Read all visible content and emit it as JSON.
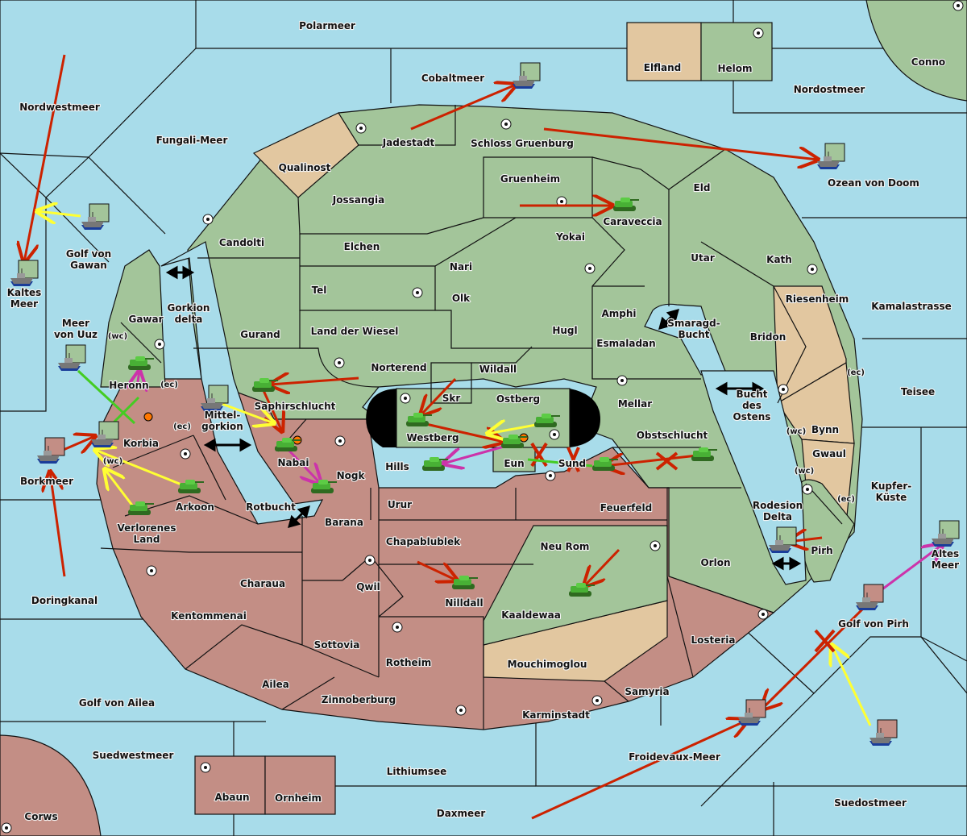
{
  "colors": {
    "sea": "#a8dcea",
    "power_green": "#a3c59a",
    "power_red": "#c38e85",
    "neutral_tan": "#e2c7a0",
    "move_order": "#cc2200",
    "support_order": "#ffff33",
    "convoy_or_retreat": "#cc33aa",
    "hold_support": "#44cc22"
  },
  "sea_regions": [
    {
      "name": "Polarmeer"
    },
    {
      "name": "Cobaltmeer"
    },
    {
      "name": "Nordostmeer"
    },
    {
      "name": "Nordwestmeer"
    },
    {
      "name": "Fungali-Meer"
    },
    {
      "name": "Golf von Gawan"
    },
    {
      "name": "Kaltes Meer"
    },
    {
      "name": "Meer von Uuz"
    },
    {
      "name": "Gorkion delta"
    },
    {
      "name": "Mittel-gorkion"
    },
    {
      "name": "Borkmeer"
    },
    {
      "name": "Doringkanal"
    },
    {
      "name": "Golf von Ailea"
    },
    {
      "name": "Suedwestmeer"
    },
    {
      "name": "Lithiumsee"
    },
    {
      "name": "Daxmeer"
    },
    {
      "name": "Froidevaux-Meer"
    },
    {
      "name": "Suedostmeer"
    },
    {
      "name": "Golf von Pirh"
    },
    {
      "name": "Altes Meer"
    },
    {
      "name": "Kupfer-Küste"
    },
    {
      "name": "Teisee"
    },
    {
      "name": "Kamalastrasse"
    },
    {
      "name": "Ozean von Doom"
    },
    {
      "name": "Bucht des Ostens"
    },
    {
      "name": "Smaragd-Bucht"
    },
    {
      "name": "Rotbucht"
    },
    {
      "name": "Rodesion Delta"
    }
  ],
  "land_regions": [
    {
      "name": "Elfland",
      "owner": "neutral"
    },
    {
      "name": "Helom",
      "owner": "green"
    },
    {
      "name": "Conno",
      "owner": "green"
    },
    {
      "name": "Qualinost",
      "owner": "neutral"
    },
    {
      "name": "Jadestadt",
      "owner": "green"
    },
    {
      "name": "Schloss Gruenburg",
      "owner": "green"
    },
    {
      "name": "Gruenheim",
      "owner": "green"
    },
    {
      "name": "Caraveccia",
      "owner": "green"
    },
    {
      "name": "Eld",
      "owner": "green"
    },
    {
      "name": "Jossangia",
      "owner": "green"
    },
    {
      "name": "Elchen",
      "owner": "green"
    },
    {
      "name": "Candolti",
      "owner": "green"
    },
    {
      "name": "Nari",
      "owner": "green"
    },
    {
      "name": "Yokai",
      "owner": "green"
    },
    {
      "name": "Utar",
      "owner": "green"
    },
    {
      "name": "Kath",
      "owner": "green"
    },
    {
      "name": "Tel",
      "owner": "green"
    },
    {
      "name": "Olk",
      "owner": "green"
    },
    {
      "name": "Amphi",
      "owner": "green"
    },
    {
      "name": "Riesenheim",
      "owner": "neutral"
    },
    {
      "name": "Gawar",
      "owner": "green"
    },
    {
      "name": "Gurand",
      "owner": "green"
    },
    {
      "name": "Land der Wiesel",
      "owner": "green"
    },
    {
      "name": "Hugl",
      "owner": "green"
    },
    {
      "name": "Esmaladan",
      "owner": "green"
    },
    {
      "name": "Bridon",
      "owner": "green"
    },
    {
      "name": "Heronn",
      "owner": "green"
    },
    {
      "name": "Norterend",
      "owner": "green"
    },
    {
      "name": "Wildall",
      "owner": "green"
    },
    {
      "name": "Skr",
      "owner": "green"
    },
    {
      "name": "Ostberg",
      "owner": "green"
    },
    {
      "name": "Mellar",
      "owner": "green"
    },
    {
      "name": "Saphirschlucht",
      "owner": "green"
    },
    {
      "name": "Westberg",
      "owner": "green"
    },
    {
      "name": "Obstschlucht",
      "owner": "green"
    },
    {
      "name": "Bynn",
      "owner": "neutral"
    },
    {
      "name": "Gwaul",
      "owner": "neutral"
    },
    {
      "name": "Korbia",
      "owner": "red"
    },
    {
      "name": "Nabai",
      "owner": "red"
    },
    {
      "name": "Hills",
      "owner": "red"
    },
    {
      "name": "Eun",
      "owner": "green"
    },
    {
      "name": "Sund",
      "owner": "red"
    },
    {
      "name": "Nogk",
      "owner": "red"
    },
    {
      "name": "Arkoon",
      "owner": "red"
    },
    {
      "name": "Verlorenes Land",
      "owner": "red"
    },
    {
      "name": "Urur",
      "owner": "red"
    },
    {
      "name": "Feuerfeld",
      "owner": "red"
    },
    {
      "name": "Barana",
      "owner": "red"
    },
    {
      "name": "Chapablublek",
      "owner": "red"
    },
    {
      "name": "Neu Rom",
      "owner": "green"
    },
    {
      "name": "Pirh",
      "owner": "green"
    },
    {
      "name": "Orlon",
      "owner": "green"
    },
    {
      "name": "Charaua",
      "owner": "red"
    },
    {
      "name": "Qwil",
      "owner": "red"
    },
    {
      "name": "Nilldall",
      "owner": "red"
    },
    {
      "name": "Kaaldewaa",
      "owner": "green"
    },
    {
      "name": "Kentommenai",
      "owner": "red"
    },
    {
      "name": "Sottovia",
      "owner": "red"
    },
    {
      "name": "Rotheim",
      "owner": "red"
    },
    {
      "name": "Mouchimoglou",
      "owner": "neutral"
    },
    {
      "name": "Losteria",
      "owner": "red"
    },
    {
      "name": "Ailea",
      "owner": "red"
    },
    {
      "name": "Zinnoberburg",
      "owner": "red"
    },
    {
      "name": "Samyria",
      "owner": "red"
    },
    {
      "name": "Karminstadt",
      "owner": "red"
    },
    {
      "name": "Abaun",
      "owner": "red"
    },
    {
      "name": "Ornheim",
      "owner": "red"
    },
    {
      "name": "Corws",
      "owner": "red"
    }
  ],
  "coast_labels": [
    "(wc)",
    "(ec)",
    "(ec)",
    "(wc)",
    "(ec)",
    "(wc)",
    "(wc)",
    "(ec)"
  ],
  "units": [
    {
      "type": "fleet",
      "power": "green",
      "location": "Cobaltmeer"
    },
    {
      "type": "fleet",
      "power": "green",
      "location": "Ozean von Doom"
    },
    {
      "type": "fleet",
      "power": "green",
      "location": "Golf von Gawan"
    },
    {
      "type": "fleet",
      "power": "green",
      "location": "Kaltes Meer"
    },
    {
      "type": "fleet",
      "power": "green",
      "location": "Meer von Uuz"
    },
    {
      "type": "fleet",
      "power": "green",
      "location": "Mittel-gorkion"
    },
    {
      "type": "fleet",
      "power": "red",
      "location": "Borkmeer"
    },
    {
      "type": "fleet",
      "power": "green",
      "location": "Korbia"
    },
    {
      "type": "fleet",
      "power": "green",
      "location": "Rodesion Delta"
    },
    {
      "type": "fleet",
      "power": "green",
      "location": "Altes Meer"
    },
    {
      "type": "fleet",
      "power": "red",
      "location": "Golf von Pirh"
    },
    {
      "type": "fleet",
      "power": "red",
      "location": "Froidevaux-Meer"
    },
    {
      "type": "fleet",
      "power": "red",
      "location": "Suedostmeer"
    },
    {
      "type": "army",
      "power": "green",
      "location": "Caraveccia"
    },
    {
      "type": "army",
      "power": "green",
      "location": "Heronn"
    },
    {
      "type": "army",
      "power": "green",
      "location": "Saphirschlucht"
    },
    {
      "type": "army",
      "power": "green",
      "location": "Nabai"
    },
    {
      "type": "army",
      "power": "green",
      "location": "Westberg"
    },
    {
      "type": "army",
      "power": "green",
      "location": "Ostberg"
    },
    {
      "type": "army",
      "power": "green",
      "location": "Eun"
    },
    {
      "type": "army",
      "power": "green",
      "location": "Hills"
    },
    {
      "type": "army",
      "power": "green",
      "location": "Sund"
    },
    {
      "type": "army",
      "power": "green",
      "location": "Obstschlucht"
    },
    {
      "type": "army",
      "power": "green",
      "location": "Nogk"
    },
    {
      "type": "army",
      "power": "green",
      "location": "Arkoon"
    },
    {
      "type": "army",
      "power": "green",
      "location": "Verlorenes Land"
    },
    {
      "type": "army",
      "power": "green",
      "location": "Nilldall"
    },
    {
      "type": "army",
      "power": "green",
      "location": "Kaaldewaa"
    }
  ]
}
